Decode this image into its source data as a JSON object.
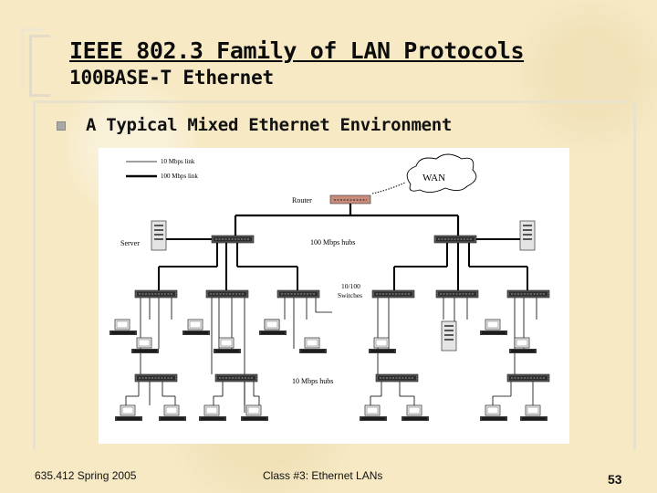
{
  "slide": {
    "title": "IEEE 802.3 Family of LAN Protocols",
    "subtitle": "100BASE-T Ethernet",
    "bullet": "A Typical Mixed Ethernet Environment"
  },
  "diagram": {
    "legend": {
      "thin_link": "10 Mbps link",
      "thick_link": "100 Mbps link"
    },
    "labels": {
      "wan": "WAN",
      "router": "Router",
      "server": "Server",
      "hubs_100": "100 Mbps hubs",
      "switches_line1": "10/100",
      "switches_line2": "Switches",
      "hubs_10": "10 Mbps hubs"
    }
  },
  "footer": {
    "left": "635.412 Spring 2005",
    "center": "Class #3: Ethernet LANs",
    "page": "53"
  }
}
